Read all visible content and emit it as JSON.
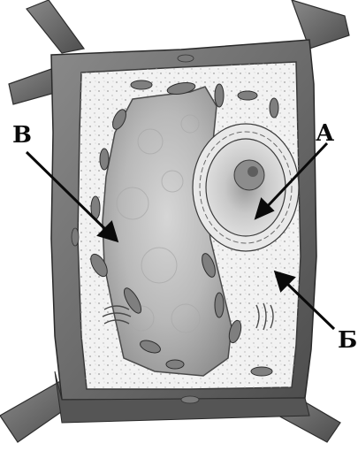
{
  "figure": {
    "labels": {
      "a": "А",
      "b": "Б",
      "v": "В"
    }
  },
  "colors": {
    "wall_fill": "#6f6f6f",
    "wall_dark": "#3f3f3f",
    "cytoplasm": "#f2f2f2",
    "vacuole": "#bdbdbd",
    "organelle": "#7a7a7a",
    "ink": "#0a0a0a"
  }
}
